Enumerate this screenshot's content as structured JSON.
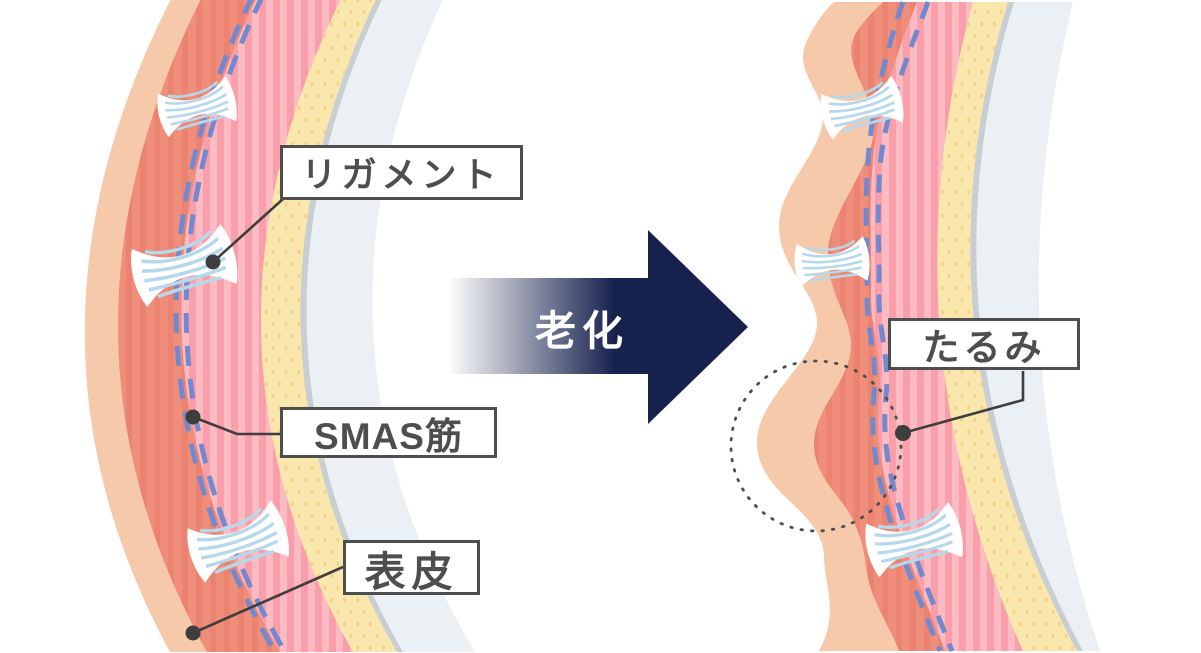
{
  "figure": {
    "arrow_label": "老化",
    "labels": {
      "ligament": "リガメント",
      "smas": "SMAS筋",
      "epidermis": "表皮",
      "sagging": "たるみ"
    },
    "colors": {
      "peach": "#F7C9AB",
      "coral_base": "#EF8E7B",
      "coral_stripe": "#EC8370",
      "pink_base": "#FA9FA9",
      "pink_stripe": "#FCBAC2",
      "fat_base": "#F4D084",
      "fat_cell": "#FAE7AE",
      "membrane_gray": "#C9CED2",
      "pale_band": "#EBF0F5",
      "smas_blue": "#7289D0",
      "ligament_blue": "#B5D8EA",
      "ligament_white": "#FFFFFF",
      "arrow_navy": "#16214D",
      "annotation_gray": "#4E4E4E",
      "connector_dark": "#3E3E3E",
      "background": "#FFFFFF"
    }
  }
}
